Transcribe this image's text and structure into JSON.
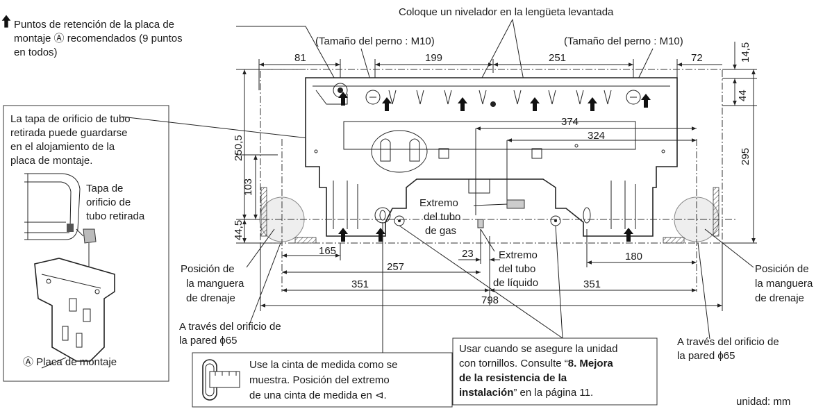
{
  "labels": {
    "retention_points": "Puntos de retención de la placa de",
    "retention_points_2": "montaje Ⓐ recomendados (9 puntos",
    "retention_points_3": "en todos)",
    "bolt_left": "(Tamaño del perno : M10)",
    "bolt_right": "(Tamaño del perno : M10)",
    "leveler": "Coloque un nivelador en la lengüeta levantada",
    "cap_note_1": "La tapa de orificio de tubo",
    "cap_note_2": "retirada puede guardarse",
    "cap_note_3": "en el alojamiento de la",
    "cap_note_4": "placa de montaje.",
    "cap_label_1": "Tapa de",
    "cap_label_2": "orificio de",
    "cap_label_3": "tubo retirada",
    "plate_label": "Ⓐ Placa de montaje",
    "gas_1": "Extremo",
    "gas_2": "del tubo",
    "gas_3": "de gas",
    "liquid_1": "Extremo",
    "liquid_2": "del tubo",
    "liquid_3": "de líquido",
    "drain_left_1": "Posición de",
    "drain_left_2": "la manguera",
    "drain_left_3": "de drenaje",
    "drain_right_1": "Posición de",
    "drain_right_2": "la manguera",
    "drain_right_3": "de drenaje",
    "wall_left_1": "A través del orificio de",
    "wall_left_2": "la pared ϕ65",
    "wall_right_1": "A través del orificio de",
    "wall_right_2": "la pared ϕ65",
    "tape_1": "Use la cinta de medida como se",
    "tape_2": "muestra. Posición del extremo",
    "tape_3": "de una cinta de medida en ⊲.",
    "screw_1": "Usar cuando se asegure la unidad",
    "screw_2a": "con tornillos. Consulte “",
    "screw_2b": "8. Mejora",
    "screw_3": "de la resistencia de la",
    "screw_4a": "instalación",
    "screw_4b": "” en la página 11.",
    "unit": "unidad: mm"
  },
  "dimensions": {
    "d81": "81",
    "d199": "199",
    "d251": "251",
    "d72": "72",
    "d14_5": "14,5",
    "d44": "44",
    "d374": "374",
    "d324": "324",
    "d295": "295",
    "d250_5": "250,5",
    "d103": "103",
    "d44_5": "44,5",
    "d165": "165",
    "d23": "23",
    "d180": "180",
    "d257": "257",
    "d351_left": "351",
    "d351_right": "351",
    "d798": "798"
  }
}
